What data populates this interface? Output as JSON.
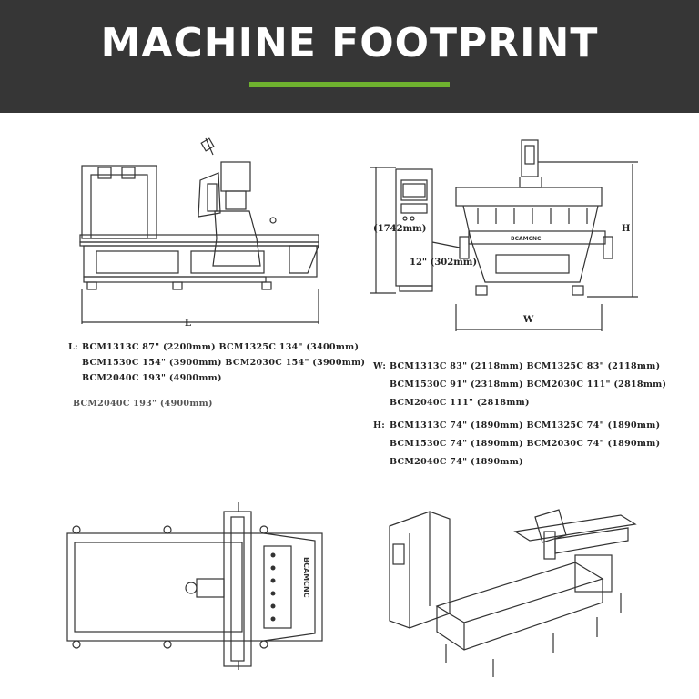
{
  "header": {
    "title": "MACHINE FOOTPRINT",
    "accent_color": "#6fb22f",
    "bg_color": "#363636"
  },
  "side_view": {
    "dim_label": "L"
  },
  "front_view": {
    "height_label": "(1742mm)",
    "depth_label": "12\" (302mm)",
    "h_label": "H",
    "w_label": "W",
    "brand": "BCAMCNC"
  },
  "specs_l": {
    "prefix": "L:",
    "line1": "BCM1313C  87\" (2200mm)   BCM1325C  134\" (3400mm)",
    "line2": "BCM1530C  154\" (3900mm)  BCM2030C  154\" (3900mm)",
    "line3": "BCM2040C  193\" (4900mm)",
    "line4": "BCM2040C  193\" (4900mm)"
  },
  "specs_w": {
    "prefix": "W:",
    "line1": "BCM1313C  83\" (2118mm)   BCM1325C  83\" (2118mm)",
    "line2": "BCM1530C  91\" (2318mm)  BCM2030C  111\" (2818mm)",
    "line3": "BCM2040C  111\" (2818mm)"
  },
  "specs_h": {
    "prefix": "H:",
    "line1": "BCM1313C  74\" (1890mm)   BCM1325C  74\" (1890mm)",
    "line2": "BCM1530C  74\" (1890mm)  BCM2030C  74\" (1890mm)",
    "line3": "BCM2040C  74\" (1890mm)"
  },
  "top_view": {
    "brand": "BCAMCNC"
  }
}
